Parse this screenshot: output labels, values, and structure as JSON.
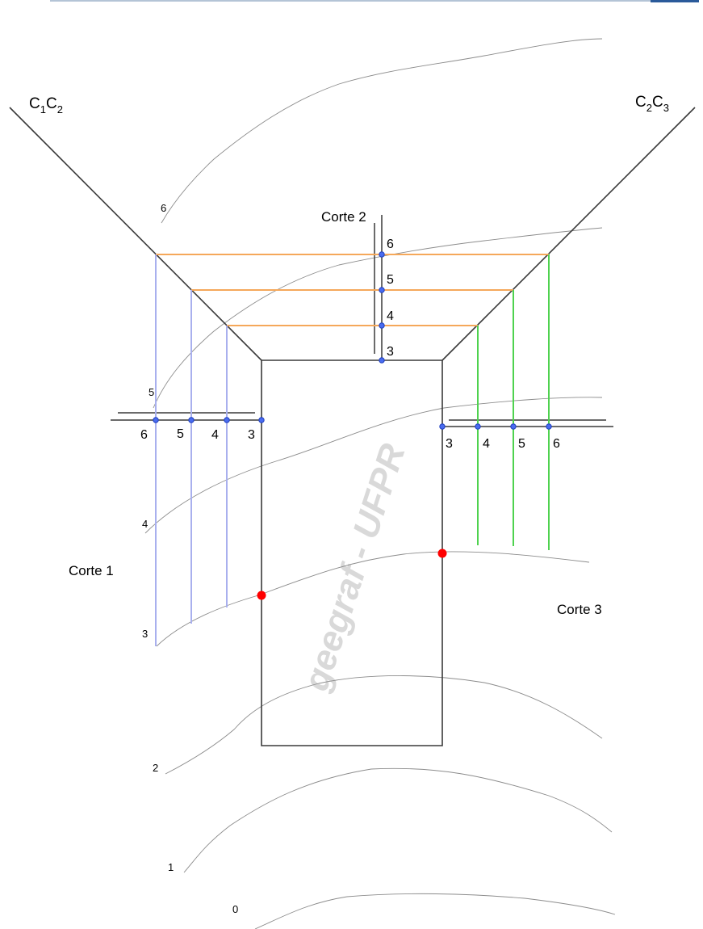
{
  "colors": {
    "contour": "#8c8c8c",
    "outline": "#3a3a3a",
    "section_1": "#a9b0ee",
    "section_2": "#f5a85a",
    "section_3": "#4fd24f",
    "marker": "#ff0000",
    "point": "#1f3fbf",
    "header_rule": "#9bb0c8"
  },
  "labels": {
    "corner_left_main": "C",
    "corner_left_sub1": "1",
    "corner_left_mid": "C",
    "corner_left_sub2": "2",
    "corner_right_main": "C",
    "corner_right_sub1": "2",
    "corner_right_mid": "C",
    "corner_right_sub2": "3",
    "corte1": "Corte 1",
    "corte2": "Corte 2",
    "corte3": "Corte 3",
    "watermark": "geegraf - UFPR"
  },
  "contour_labels": [
    "0",
    "1",
    "2",
    "3",
    "4",
    "5",
    "6"
  ],
  "section1_ticks": [
    "6",
    "5",
    "4",
    "3"
  ],
  "section2_ticks": [
    "6",
    "5",
    "4",
    "3"
  ],
  "section3_ticks": [
    "3",
    "4",
    "5",
    "6"
  ]
}
